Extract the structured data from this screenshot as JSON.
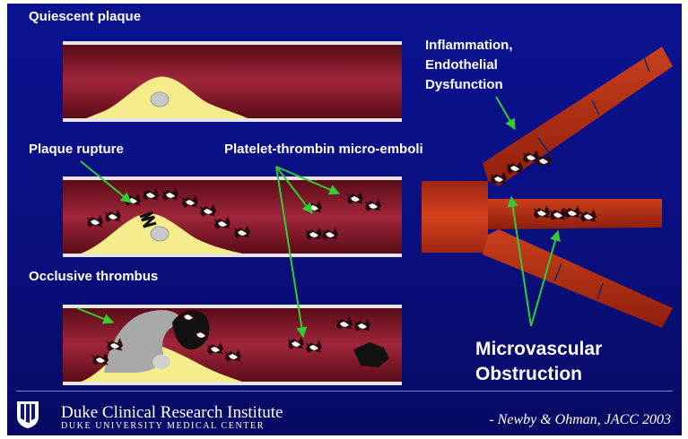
{
  "labels": {
    "quiescent": "Quiescent plaque",
    "rupture": "Plaque rupture",
    "occlusive": "Occlusive thrombus",
    "emboli": "Platelet-thrombin micro-emboli",
    "inflammation": [
      "Inflammation,",
      "Endothelial",
      "Dysfunction"
    ],
    "microvascular": [
      "Microvascular",
      "Obstruction"
    ]
  },
  "footer": {
    "institute": "Duke Clinical Research Institute",
    "center": "DUKE UNIVERSITY MEDICAL CENTER",
    "citation": "- Newby & Ohman, JACC 2003"
  },
  "colors": {
    "background": "#0a1290",
    "vessel_wall": "#e8e4e6",
    "vessel_lumen": "#7a1220",
    "plaque": "#f5ed8c",
    "thrombus": "#a8a8a8",
    "arrow": "#33cc33",
    "branch": "#c0351a"
  },
  "icons": [
    "platelet-cluster-icon",
    "duke-shield-logo-icon"
  ]
}
